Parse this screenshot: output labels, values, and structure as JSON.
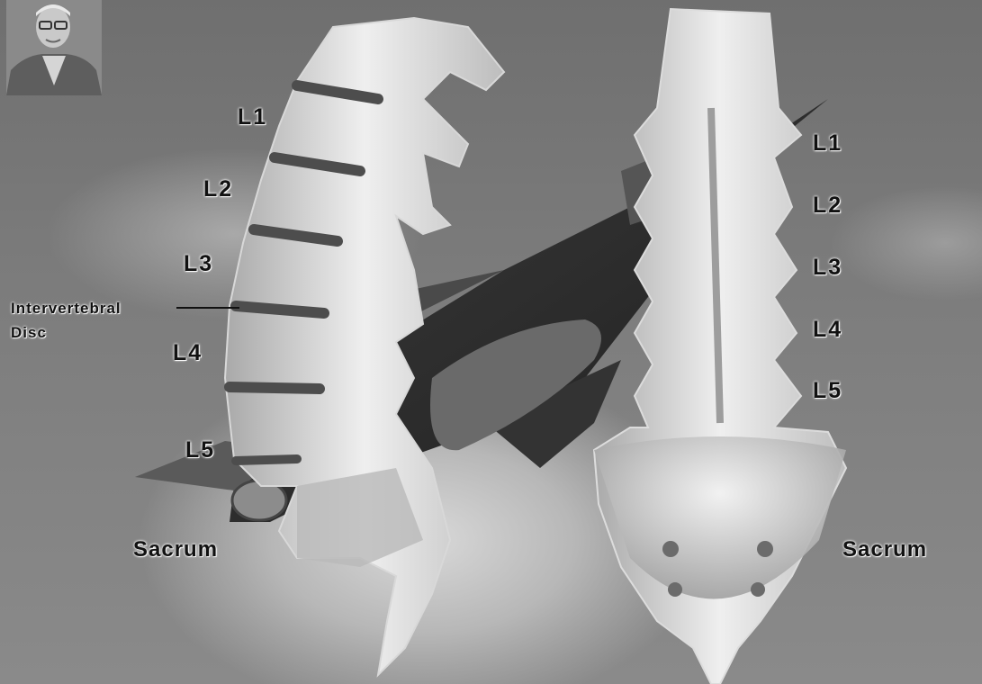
{
  "lateral_view": {
    "levels": [
      "L1",
      "L2",
      "L3",
      "L4",
      "L5"
    ],
    "disc_label_line1": "Intervertebral",
    "disc_label_line2": "Disc",
    "sacrum_label": "Sacrum"
  },
  "posterior_view": {
    "levels": [
      "L1",
      "L2",
      "L3",
      "L4",
      "L5"
    ],
    "sacrum_label": "Sacrum"
  },
  "presenter_inset": {
    "icon": "presenter-photo"
  }
}
